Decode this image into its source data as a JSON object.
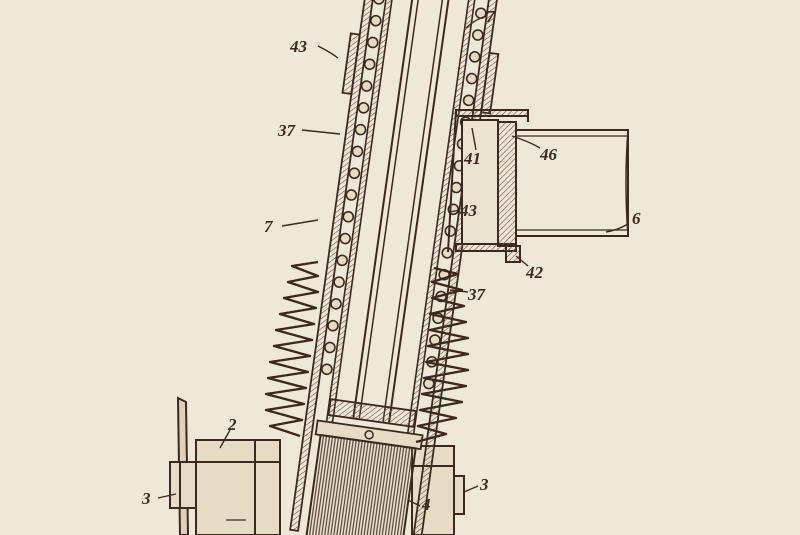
{
  "colors": {
    "paper": "#efe8d6",
    "ink": "#3a2a1e",
    "hatch": "#6b5443"
  },
  "labels": {
    "l7_top": "7",
    "l43_top": "43",
    "l37_left": "37",
    "l41": "41",
    "l46": "46",
    "l43_right": "43",
    "l6": "6",
    "l7_left": "7",
    "l42": "42",
    "l37_right": "37",
    "l2": "2",
    "l3_left": "3",
    "l3_right": "3",
    "l4": "4"
  }
}
